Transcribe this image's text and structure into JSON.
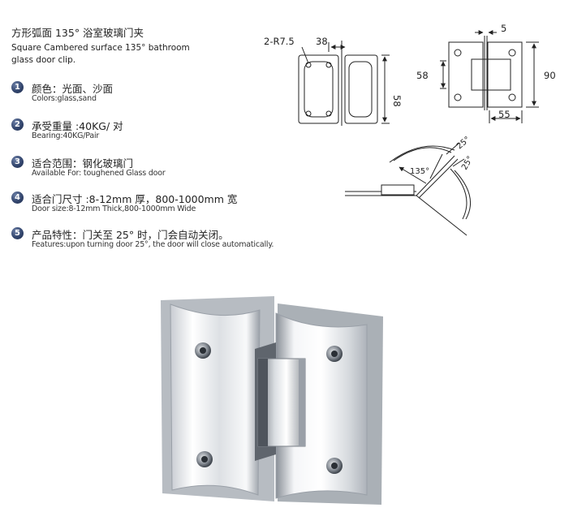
{
  "header": {
    "title_zh": "方形弧面 135°  浴室玻璃门夹",
    "title_en": "Square Cambered surface 135° bathroom glass door clip."
  },
  "specs": [
    {
      "num": "1",
      "zh": "颜色：光面、沙面",
      "en": "Colors:glass,sand"
    },
    {
      "num": "2",
      "zh": "承受重量 :40KG/ 对",
      "en": "Bearing:40KG/Pair"
    },
    {
      "num": "3",
      "zh": "适合范围：钢化玻璃门",
      "en": "Available For: toughened Glass door"
    },
    {
      "num": "4",
      "zh": "适合门尺寸 :8-12mm 厚，800-1000mm 宽",
      "en": "Door size:8-12mm Thick,800-1000mm Wide"
    },
    {
      "num": "5",
      "zh": "产品特性：门关至 25° 时，门会自动关闭。",
      "en": "Features:upon turning door 25°, the door will close automatically."
    }
  ],
  "drawing": {
    "dim_radius": "2-R7.5",
    "dim_38": "38",
    "dim_58_left": "58",
    "dim_5": "5",
    "dim_58_right": "58",
    "dim_90": "90",
    "dim_55": "55",
    "angle_135": "135°",
    "angle_25_a": "25°",
    "angle_25_b": "25°"
  }
}
